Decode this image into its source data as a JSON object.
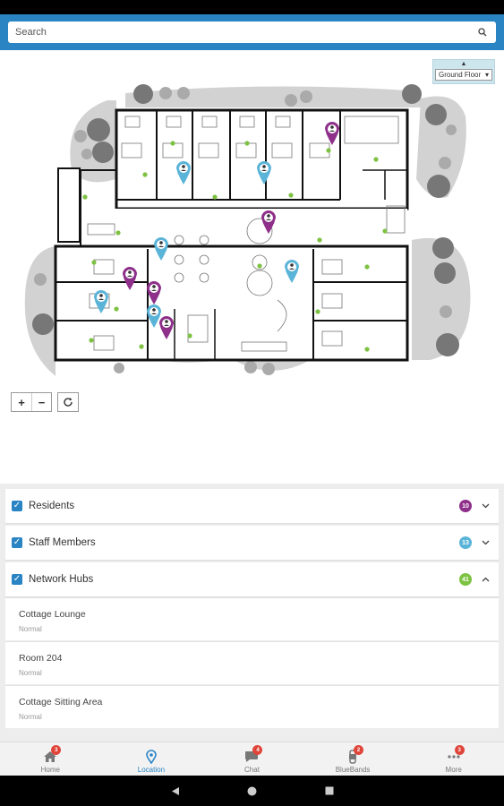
{
  "search": {
    "placeholder": "Search"
  },
  "floor_selector": {
    "up_arrow": "▲",
    "value": "Ground Floor",
    "dropdown_arrow": "▾"
  },
  "map_controls": {
    "zoom_in": "+",
    "zoom_out": "−",
    "refresh_icon": "refresh-icon"
  },
  "sections": [
    {
      "label": "Residents",
      "count": "10",
      "color": "#8e2f8a",
      "expanded": false
    },
    {
      "label": "Staff Members",
      "count": "13",
      "color": "#5ab4d8",
      "expanded": false
    },
    {
      "label": "Network Hubs",
      "count": "41",
      "color": "#7dc242",
      "expanded": true
    }
  ],
  "hubs": [
    {
      "name": "Cottage Lounge",
      "status": "Normal"
    },
    {
      "name": "Room 204",
      "status": "Normal"
    },
    {
      "name": "Cottage Sitting Area",
      "status": "Normal"
    }
  ],
  "tabs": [
    {
      "label": "Home",
      "badge": "3",
      "icon": "home-icon",
      "active": false
    },
    {
      "label": "Location",
      "badge": "",
      "icon": "location-pin-icon",
      "active": true
    },
    {
      "label": "Chat",
      "badge": "4",
      "icon": "chat-icon",
      "active": false
    },
    {
      "label": "BlueBands",
      "badge": "2",
      "icon": "bluebands-icon",
      "active": false
    },
    {
      "label": "More",
      "badge": "3",
      "icon": "more-icon",
      "active": false
    }
  ],
  "colors": {
    "accent": "#2a84c4",
    "resident_pin": "#8e2f8a",
    "staff_pin": "#5ab4d8",
    "hub_dot": "#7dc242",
    "badge": "#e0453a"
  }
}
